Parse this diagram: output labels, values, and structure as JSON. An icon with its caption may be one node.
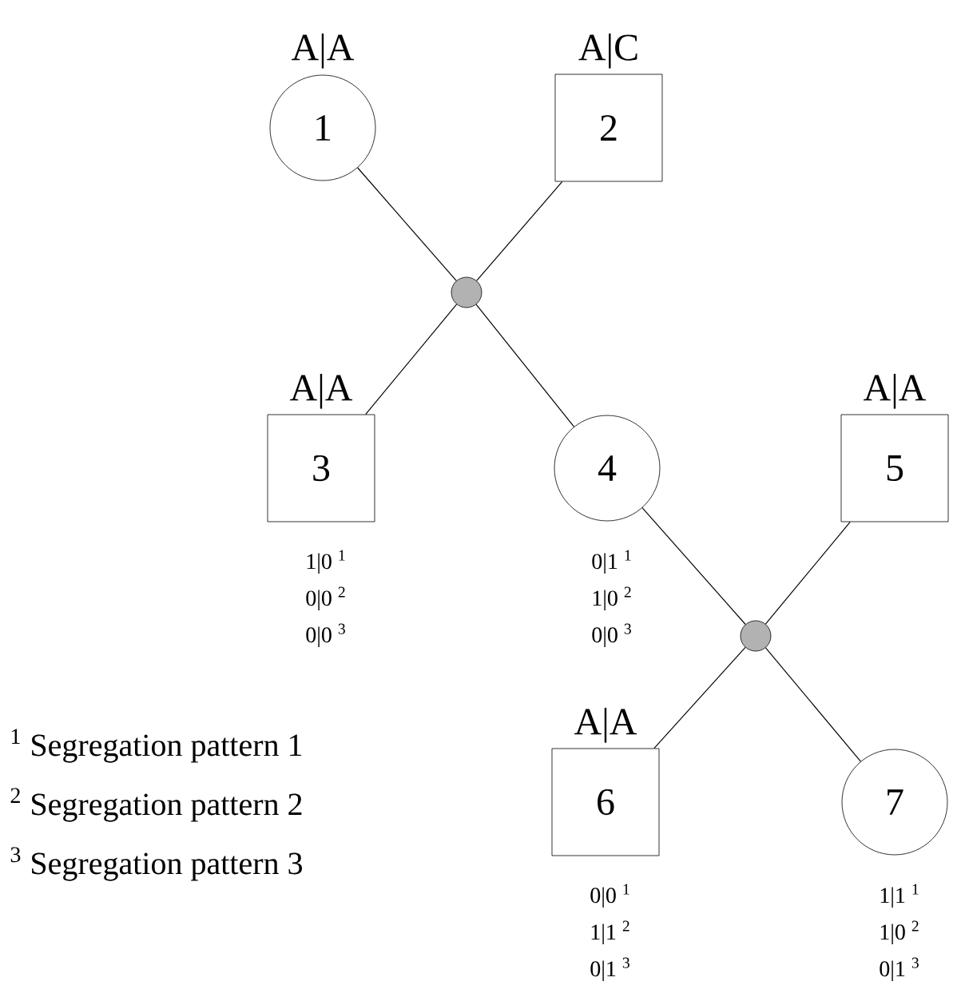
{
  "diagram": {
    "nodes": [
      {
        "text": [
          "A|A",
          "1"
        ]
      },
      {
        "text": [
          "A|C",
          "2"
        ]
      },
      {
        "text": [],
        "shape": "circle"
      },
      {
        "text": [
          "A|A",
          "3"
        ],
        "beside": [
          "1|0 $^{1}$",
          "0|0 $^{2}$",
          "0|0 $^{3}$"
        ]
      },
      {
        "text": [
          "4"
        ],
        "beside": [
          "0|1 $^{1}$",
          "1|0 $^{2}$",
          "0|0 $^{3}$"
        ]
      },
      {
        "text": [
          "A|A",
          "5"
        ]
      },
      {
        "text": [],
        "shape": "circle"
      },
      {
        "text": [
          "A|A",
          "6"
        ],
        "beside": [
          "0|0 $^{1}$",
          "1|1 $^{2}$",
          "0|1 $^{3}$"
        ]
      },
      {
        "text": [
          "7"
        ],
        "beside": [
          "1|1 $^{1}$",
          "1|0 $^{2}$",
          "0|1 $^{3}$"
        ]
      }
    ],
    "edges": [
      {
        "from": 0,
        "to": 2,
        "arrow": "none"
      },
      {
        "from": 1,
        "to": 2,
        "arrow": "none"
      },
      {
        "from": 2,
        "to": 3,
        "arrow": "none"
      },
      {
        "from": 2,
        "to": 4,
        "arrow": "none"
      },
      {
        "from": 4,
        "to": 6,
        "arrow": "none"
      },
      {
        "from": 5,
        "to": 6,
        "arrow": "none"
      },
      {
        "from": 6,
        "to": 7,
        "arrow": "none"
      },
      {
        "from": 6,
        "to": 8,
        "arrow": "none"
      }
    ],
    "labels": [
      "$^{1}$ Segregation pattern 1",
      "$^{2}$ Segregation pattern 2",
      "$^{3}$ Segregation pattern 3"
    ]
  }
}
